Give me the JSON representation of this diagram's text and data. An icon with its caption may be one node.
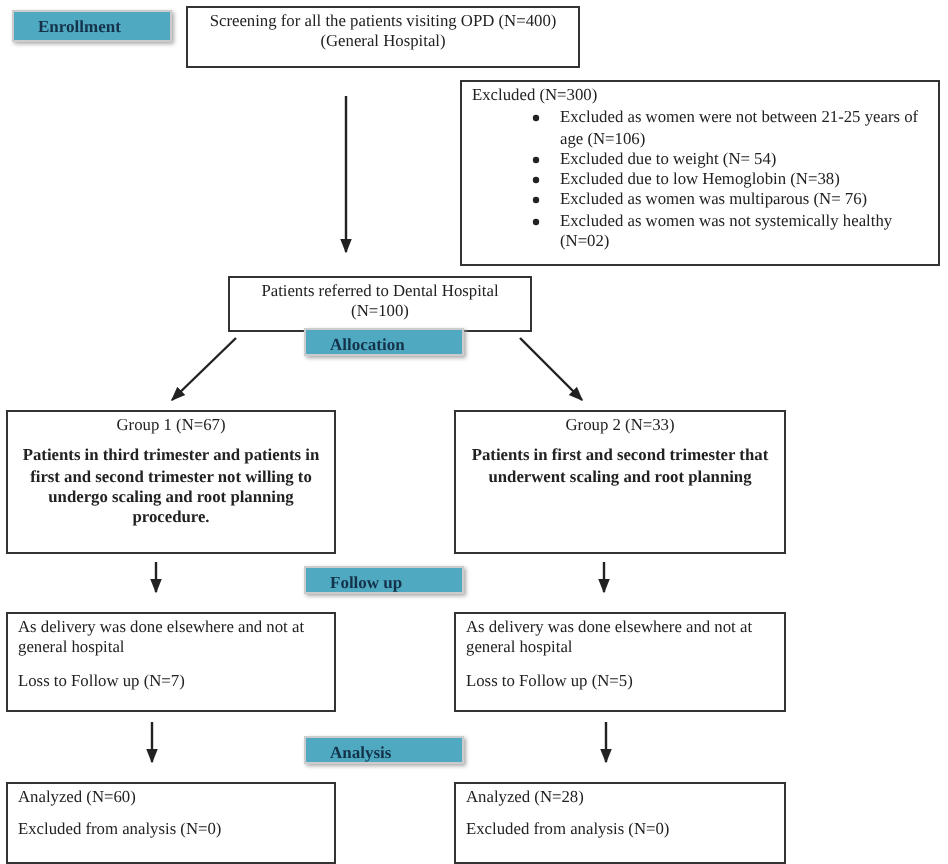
{
  "diagram": {
    "nodes": [
      {
        "text": [
          "Enrollment"
        ]
      },
      {
        "text": [
          "Screening for all the patients visiting OPD (N=400) (General Hospital)"
        ]
      },
      {
        "text": [
          "Excluded (N=300)",
          "Excluded as women were not between 21-25 years of age (N=106)",
          "Excluded due to weight (N= 54)",
          "Excluded due to low Hemoglobin (N=38)",
          "Excluded as women was multiparous (N= 76)",
          "Excluded as women was not systemically healthy (N=02)"
        ]
      },
      {
        "text": [
          "Patients referred to Dental Hospital (N=100)"
        ]
      },
      {
        "text": [
          "Allocation"
        ]
      },
      {
        "text": [
          "Group 1 (N=67)",
          "Patients in third trimester and patients in first and second trimester not willing to undergo scaling and root planning procedure."
        ]
      },
      {
        "text": [
          "Group 2 (N=33)",
          "Patients in first and second trimester that underwent scaling and root planning"
        ]
      },
      {
        "text": [
          "Follow up"
        ]
      },
      {
        "text": [
          "As delivery was done elsewhere and not at general hospital",
          "Loss to Follow up (N=7)"
        ]
      },
      {
        "text": [
          "As delivery was done elsewhere and not at general hospital",
          "Loss to Follow up (N=5)"
        ]
      },
      {
        "text": [
          "Analysis"
        ]
      },
      {
        "text": [
          "Analyzed (N=60)",
          "Excluded from analysis (N=0)"
        ]
      },
      {
        "text": [
          "Analyzed (N=28)",
          "Excluded from analysis (N=0)"
        ]
      }
    ],
    "edges": [
      {
        "from": 1,
        "to": 3,
        "arrow": "to"
      },
      {
        "from": 3,
        "to": 5,
        "arrow": "to"
      },
      {
        "from": 3,
        "to": 6,
        "arrow": "to"
      },
      {
        "from": 5,
        "to": 8,
        "arrow": "to"
      },
      {
        "from": 6,
        "to": 9,
        "arrow": "to"
      },
      {
        "from": 8,
        "to": 11,
        "arrow": "to"
      },
      {
        "from": 9,
        "to": 12,
        "arrow": "to"
      }
    ]
  }
}
